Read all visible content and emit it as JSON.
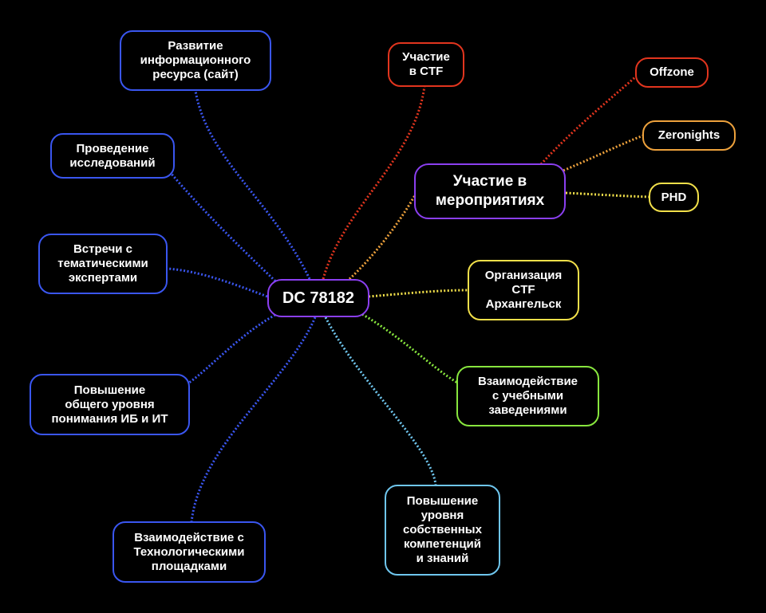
{
  "center": {
    "label": "DC 78182",
    "color": "#8b3ff0"
  },
  "left_nodes": [
    {
      "label": "Развитие\nинформационного\nресурса (сайт)",
      "color": "#3a56f0"
    },
    {
      "label": "Проведение\nисследований",
      "color": "#3a56f0"
    },
    {
      "label": "Встречи с\nтематическими\nэкспертами",
      "color": "#3a56f0"
    },
    {
      "label": "Повышение\nобщего уровня\nпонимания ИБ и ИТ",
      "color": "#3a56f0"
    },
    {
      "label": "Взаимодействие с\nТехнологическими\nплощадками",
      "color": "#3a56f0"
    }
  ],
  "right_nodes": [
    {
      "label": "Участие\nв CTF",
      "color": "#e2351e"
    },
    {
      "label": "Организация\nCTF\nАрхангельск",
      "color": "#f2e04a"
    },
    {
      "label": "Взаимодействие\nс учебными\nзаведениями",
      "color": "#88e63e"
    },
    {
      "label": "Повышение\nуровня\nсобственных\nкомпетенций\nи знаний",
      "color": "#6fc6ee"
    }
  ],
  "events_hub": {
    "label": "Участие в\nмероприятиях",
    "color": "#8b3ff0"
  },
  "events": [
    {
      "label": "Offzone",
      "color": "#e2351e"
    },
    {
      "label": "Zeronights",
      "color": "#eda13c"
    },
    {
      "label": "PHD",
      "color": "#f2e04a"
    }
  ]
}
